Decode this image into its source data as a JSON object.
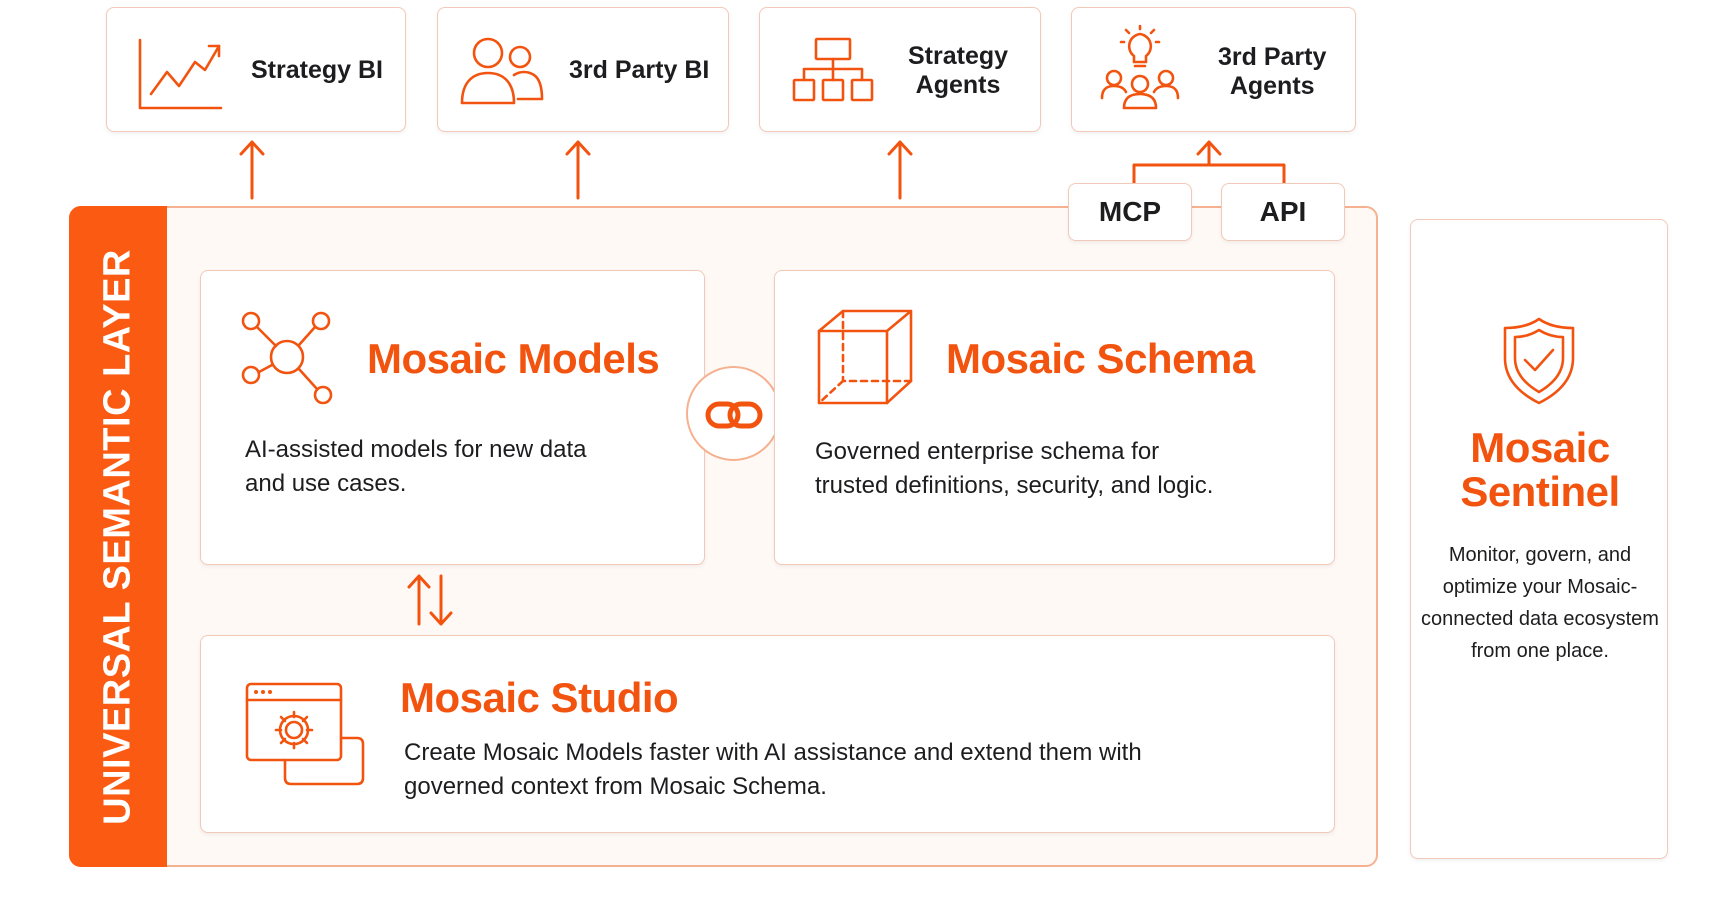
{
  "consumers": [
    {
      "label": "Strategy BI",
      "icon": "line-chart-icon"
    },
    {
      "label": "3rd Party BI",
      "icon": "users-icon"
    },
    {
      "label": "Strategy\nAgents",
      "icon": "org-chart-icon"
    },
    {
      "label": "3rd Party\nAgents",
      "icon": "idea-group-icon"
    }
  ],
  "protocols": {
    "mcp": "MCP",
    "api": "API"
  },
  "layer": {
    "label": "UNIVERSAL SEMANTIC LAYER"
  },
  "models": {
    "title": "Mosaic Models",
    "description": "AI-assisted models for new data\nand use cases.",
    "icon": "network-icon"
  },
  "schema": {
    "title": "Mosaic Schema",
    "description": "Governed enterprise schema for\ntrusted definitions, security, and logic.",
    "icon": "cube-icon"
  },
  "studio": {
    "title": "Mosaic Studio",
    "description": "Create Mosaic Models faster with AI assistance and extend them with\ngoverned context from Mosaic Schema.",
    "icon": "settings-window-icon"
  },
  "sentinel": {
    "title": "Mosaic\nSentinel",
    "description": "Monitor, govern, and\noptimize your Mosaic-\nconnected data ecosystem\nfrom one place.",
    "icon": "shield-check-icon"
  },
  "colors": {
    "accent": "#f25410",
    "band": "#fb5a12",
    "border": "#f2c9b8"
  }
}
